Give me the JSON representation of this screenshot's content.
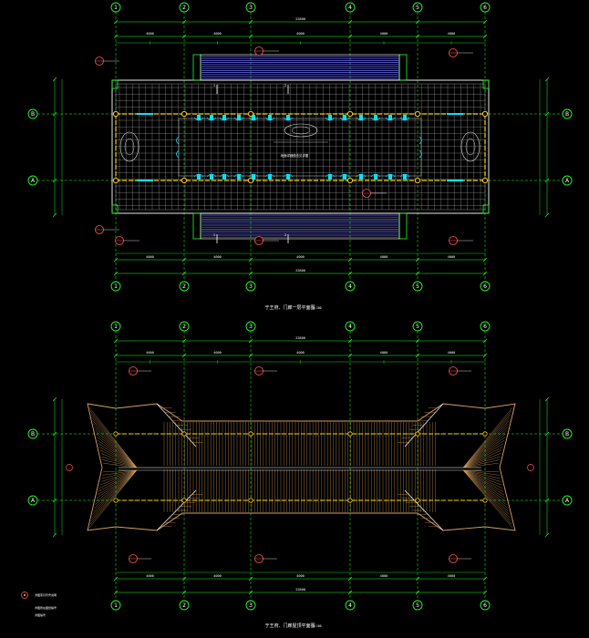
{
  "plans": [
    {
      "id": "floor-plan",
      "axes_x": [
        "1",
        "2",
        "3",
        "4",
        "5",
        "6"
      ],
      "axes_y": [
        "B",
        "A"
      ],
      "title": "于王府、门廊一层平面图",
      "scale": "1:100",
      "dims_top_total": "22800",
      "dims_top_sub": [
        "4000",
        "4000",
        "4000",
        "4000",
        "4000"
      ],
      "dims_bottom_total": "22800",
      "dims_bottom_sub": [
        "4000",
        "4000",
        "4000",
        "4000",
        "4000"
      ],
      "callouts": [
        {
          "label": "1"
        },
        {
          "label": "2"
        }
      ],
      "center_note": "地面详细做法见详图"
    },
    {
      "id": "roof-plan",
      "axes_x": [
        "1",
        "2",
        "3",
        "4",
        "5",
        "6"
      ],
      "axes_y": [
        "B",
        "A"
      ],
      "title": "于王府、门廊屋顶平面图",
      "scale": "1:100",
      "dims_top_total": "22800",
      "dims_top_sub": [
        "4000",
        "4000",
        "4000",
        "4000",
        "4000"
      ],
      "dims_bottom_total": "22800",
      "dims_bottom_sub": [
        "4000",
        "4000",
        "4000",
        "4000",
        "4000"
      ]
    }
  ],
  "legend": {
    "lines": [
      "详图索引符号说明",
      "详图所在图纸编号",
      "详图编号"
    ]
  },
  "colors": {
    "axis": "#22ff22",
    "dim": "#22ff22",
    "wall": "#ffffff",
    "beam": "#ffcc00",
    "grid": "#dddddd",
    "callout": "#ff5555",
    "stair": "#6a6aff",
    "cyan": "#00e5ff",
    "roof": "#d8a060"
  }
}
